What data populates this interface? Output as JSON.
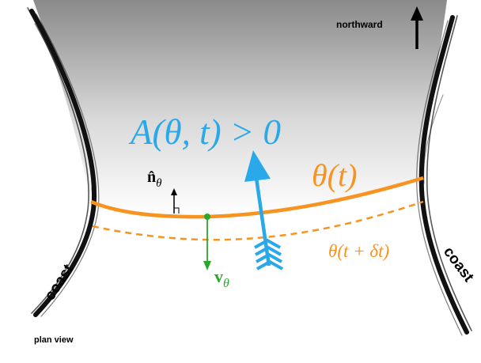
{
  "labels": {
    "northward": "northward",
    "coast_left": "coast",
    "coast_right": "coast",
    "plan_view": "plan view",
    "area_pre": "A(",
    "area_theta": "θ",
    "area_post": ", t) > 0",
    "isotherm_theta": "θ",
    "isotherm_t": "(t)",
    "isotherm_next_theta": "θ",
    "isotherm_next_rest": "(t + δt)",
    "normal_n": "n̂",
    "normal_sub": "θ",
    "velocity_v": "v",
    "velocity_sub": "θ"
  },
  "colors": {
    "isotherm": "#f7931e",
    "area_arrow": "#29a8ea",
    "velocity": "#2aa82a",
    "warm_region_top": "#8a8a8a",
    "warm_region_bottom": "#ffffff",
    "coast": "#111111"
  },
  "icons": {
    "north_arrow": "arrow-up-icon",
    "normal_arrow": "arrow-up-icon",
    "velocity_arrow": "arrow-down-icon",
    "area_arrow": "feathered-arrow-icon"
  }
}
